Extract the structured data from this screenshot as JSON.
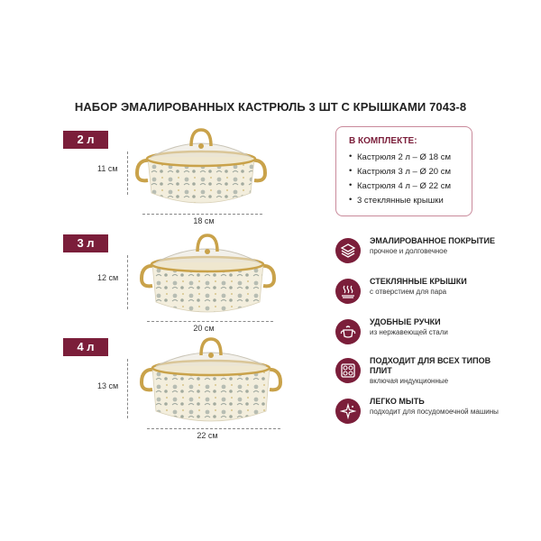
{
  "title": "НАБОР ЭМАЛИРОВАННЫХ КАСТРЮЛЬ 3 ШТ С КРЫШКАМИ 7043-8",
  "colors": {
    "accent": "#7b1e3a",
    "gold": "#c9a24a",
    "enamel": "#f3eedd",
    "pattern": "#9aa49b"
  },
  "pots": [
    {
      "badge": "2 л",
      "height": "11 см",
      "width": "18 см"
    },
    {
      "badge": "3 л",
      "height": "12 см",
      "width": "20 см"
    },
    {
      "badge": "4 л",
      "height": "13 см",
      "width": "22 см"
    }
  ],
  "kit": {
    "title": "В КОМПЛЕКТЕ:",
    "items": [
      "Кастрюля 2 л – Ø 18 см",
      "Кастрюля 3 л – Ø 20 см",
      "Кастрюля 4 л – Ø 22 см",
      "3 стеклянные крышки"
    ]
  },
  "features": [
    {
      "icon": "enamel-layers-icon",
      "title": "ЭМАЛИРОВАННОЕ ПОКРЫТИЕ",
      "subtitle": "прочное и долговечное"
    },
    {
      "icon": "glass-lid-steam-icon",
      "title": "СТЕКЛЯННЫЕ КРЫШКИ",
      "subtitle": "с отверстием для пара"
    },
    {
      "icon": "pot-handles-icon",
      "title": "УДОБНЫЕ РУЧКИ",
      "subtitle": "из нержавеющей стали"
    },
    {
      "icon": "cooktop-icon",
      "title": "ПОДХОДИТ ДЛЯ ВСЕХ ТИПОВ ПЛИТ",
      "subtitle": "включая индукционные"
    },
    {
      "icon": "sparkle-clean-icon",
      "title": "ЛЕГКО МЫТЬ",
      "subtitle": "подходит для посудомоечной машины"
    }
  ]
}
